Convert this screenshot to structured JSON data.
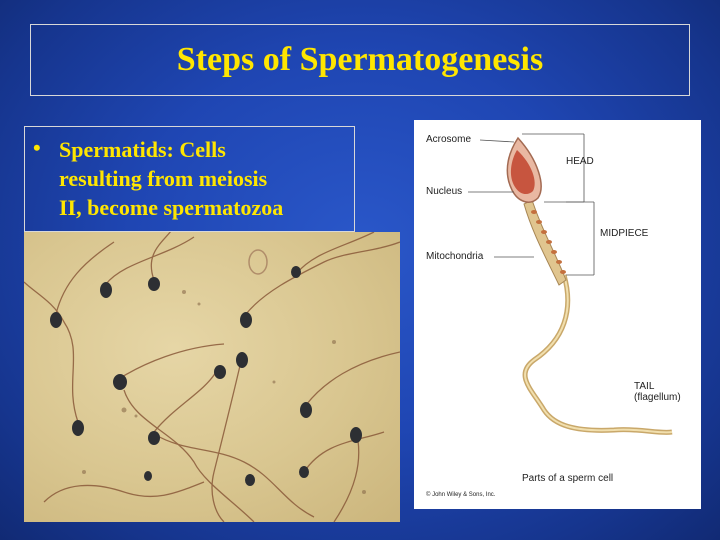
{
  "slide": {
    "title": "Steps of Spermatogenesis",
    "bullet_symbol": "•",
    "bullet_text": "Spermatids: Cells\nresulting from meiosis\nII, become spermatozoa"
  },
  "diagram": {
    "labels": {
      "acrosome": "Acrosome",
      "nucleus": "Nucleus",
      "mitochondria": "Mitochondria",
      "head": "HEAD",
      "midpiece": "MIDPIECE",
      "tail_line1": "TAIL",
      "tail_line2": "(flagellum)",
      "caption": "Parts of a sperm cell",
      "copyright": "© John Wiley & Sons, Inc."
    }
  },
  "colors": {
    "background": "#1f46b3",
    "title_text": "#ffe600",
    "box_border": "#d8d8d8"
  }
}
